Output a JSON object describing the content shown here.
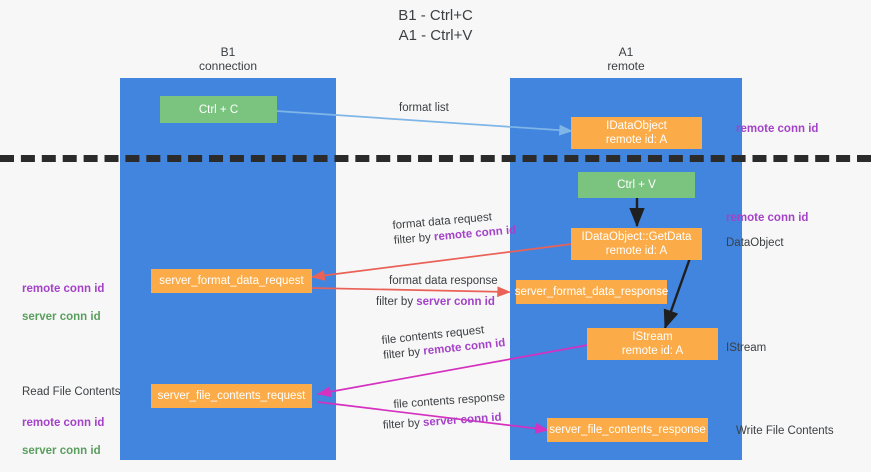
{
  "title": "B1 - Ctrl+C\nA1 - Ctrl+V",
  "columns": {
    "left": "B1\nconnection",
    "right": "A1\nremote"
  },
  "nodes": {
    "ctrl_c": "Ctrl + C",
    "ctrl_v": "Ctrl + V",
    "idataobject": "IDataObject\nremote id: A",
    "idataobject_getdata": "IDataObject::GetData\nremote id: A",
    "istream": "IStream\nremote id: A",
    "server_format_data_request": "server_format_data_request",
    "server_format_data_response": "server_format_data_response",
    "server_file_contents_request": "server_file_contents_request",
    "server_file_contents_response": "server_file_contents_response"
  },
  "edges": {
    "format_list": "format list",
    "format_data_request": "format data request",
    "format_data_request_filter_prefix": "filter by ",
    "format_data_request_filter_key": "remote conn id",
    "format_data_response": "format data response",
    "format_data_response_filter_prefix": "filter by ",
    "format_data_response_filter_key": "server conn id",
    "file_contents_request": "file contents request",
    "file_contents_request_filter_prefix": "filter by ",
    "file_contents_request_filter_key": "remote conn id",
    "file_contents_response": "file contents response",
    "file_contents_response_filter_prefix": "filter by ",
    "file_contents_response_filter_key": "server conn id"
  },
  "annotations": {
    "right_remote_conn_id_top": "remote conn id",
    "right_remote_conn_id_mid": "remote conn id",
    "right_dataobject": "DataObject",
    "right_istream": "IStream",
    "right_write_file_contents": "Write File Contents",
    "left_conn_ids_mid": "remote conn id\nserver conn id",
    "left_read_file_contents": "Read File Contents",
    "left_conn_ids_bottom": "remote conn id\nserver conn id"
  },
  "colors": {
    "lane": "#4285de",
    "green_node": "#7bc47f",
    "orange_node": "#fbab48",
    "purple_text": "#a442c8",
    "green_text": "#5a9e5e",
    "blue_arrow": "#7fb6e8",
    "red_arrow": "#ea6257",
    "magenta_arrow": "#d531c0",
    "black_arrow": "#1f1f1f",
    "divider": "#2b2b2b"
  }
}
